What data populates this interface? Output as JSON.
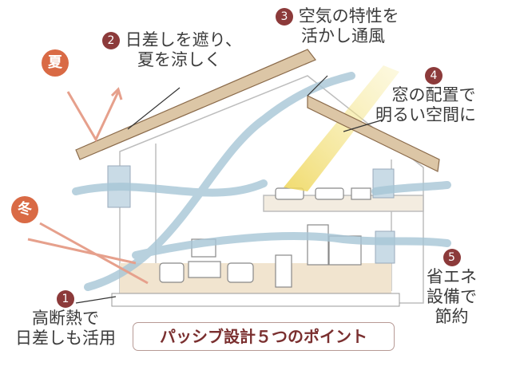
{
  "seasons": {
    "summer": "夏",
    "winter": "冬"
  },
  "points": [
    {
      "number": "1",
      "lines": [
        "高断熱で",
        "日差しも活用"
      ]
    },
    {
      "number": "2",
      "lines": [
        "日差しを遮り、",
        "夏を涼しく"
      ]
    },
    {
      "number": "3",
      "lines": [
        "空気の特性を",
        "活かし通風"
      ]
    },
    {
      "number": "4",
      "lines": [
        "窓の配置で",
        "明るい空間に"
      ]
    },
    {
      "number": "5",
      "lines": [
        "省エネ",
        "設備で",
        "節約"
      ]
    }
  ],
  "title": "パッシブ設計５つのポイント",
  "colors": {
    "number_badge": "#8c3a3a",
    "sun": "#d96a45",
    "arrow": "#e6a08c",
    "wind": "#a7c6d6",
    "roof": "#dcc6a6",
    "light": "#f3e27a",
    "title_text": "#7a2f2f"
  }
}
